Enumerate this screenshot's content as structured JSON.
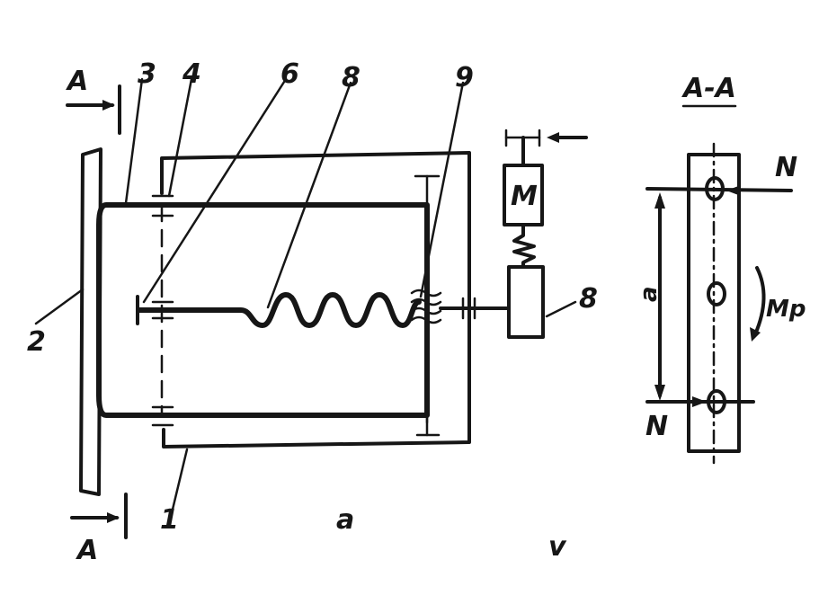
{
  "diagram": {
    "labels": {
      "section_top": "A",
      "section_bottom": "A",
      "section_title": "A-A",
      "n1": "3",
      "n2": "4",
      "n3": "6",
      "n4": "8",
      "n5": "9",
      "n6": "2",
      "n7": "1",
      "n8": "8",
      "motor": "M",
      "dim_a": "a",
      "force_top": "N",
      "force_bottom": "N",
      "moment": "Mp",
      "caption_a": "a",
      "caption_v": "v"
    },
    "colors": {
      "ink": "#161616",
      "paper": "#ffffff"
    }
  }
}
